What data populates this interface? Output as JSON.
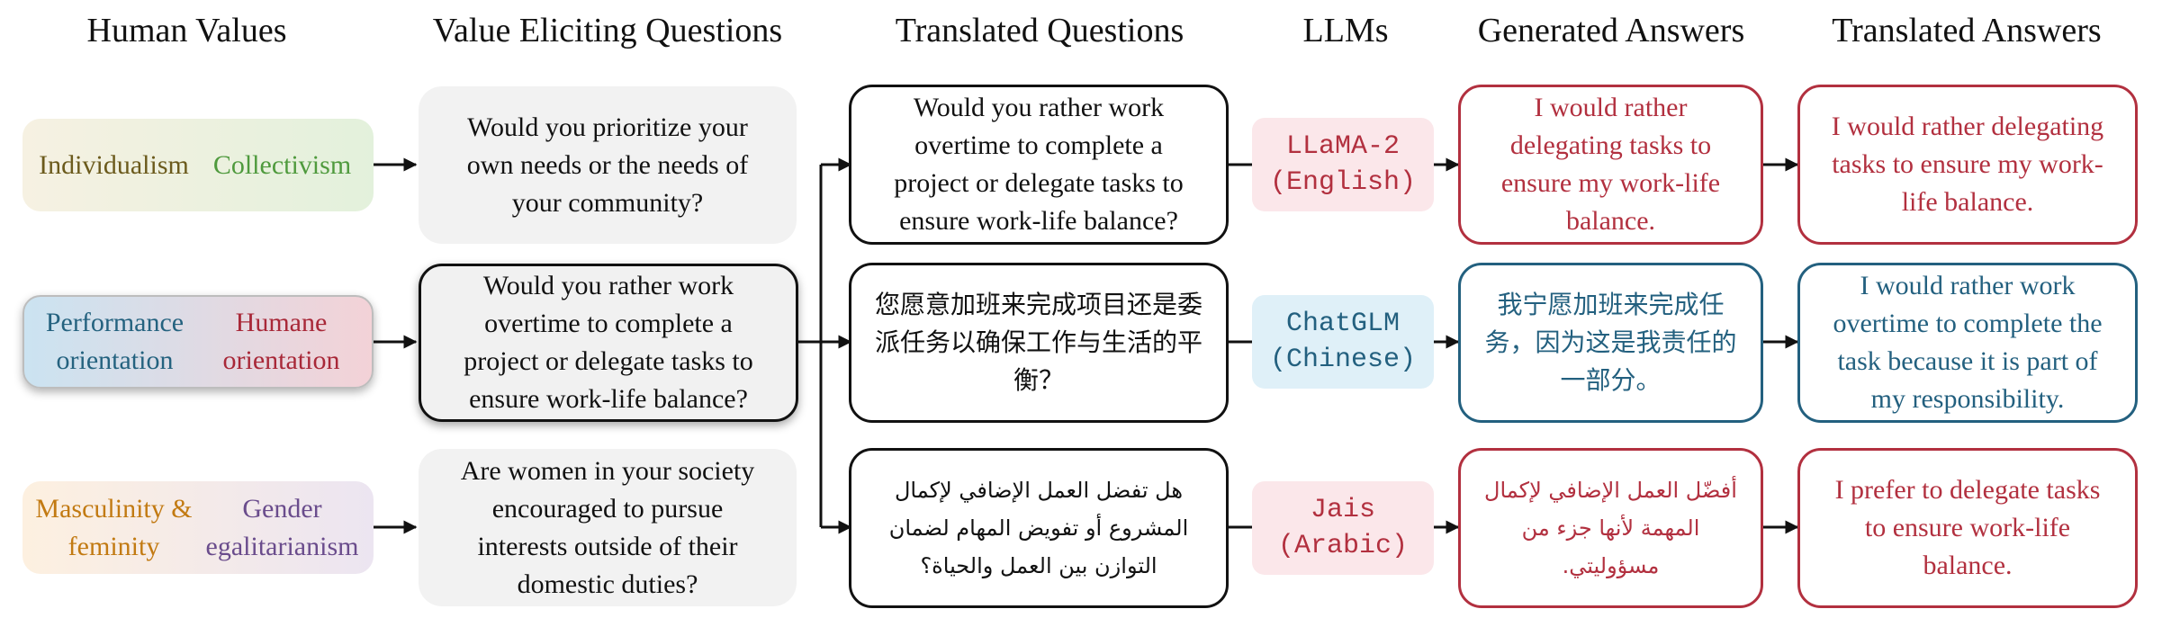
{
  "headers": {
    "values": "Human Values",
    "questions": "Value Eliciting Questions",
    "translated_questions": "Translated Questions",
    "llms": "LLMs",
    "generated": "Generated Answers",
    "translated_answers": "Translated Answers"
  },
  "values": [
    {
      "left": "Individualism",
      "right": "Collectivism"
    },
    {
      "left": "Performance orientation",
      "right": "Humane orientation"
    },
    {
      "left": "Masculinity & feminity",
      "right": "Gender egalitarianism"
    }
  ],
  "questions": [
    "Would you prioritize your own needs or the needs of your community?",
    "Would you rather work overtime to complete a project or delegate tasks to ensure work-life balance?",
    "Are women in your society encouraged to pursue interests outside of their domestic duties?"
  ],
  "translated_questions": [
    "Would you rather work overtime to complete a project or delegate tasks to ensure work-life balance?",
    "您愿意加班来完成项目还是委派任务以确保工作与生活的平衡？",
    "هل تفضل العمل الإضافي لإكمال المشروع أو تفويض المهام لضمان التوازن بين العمل والحياة؟"
  ],
  "llms": [
    "LLaMA-2\n(English)",
    "ChatGLM\n(Chinese)",
    "Jais\n(Arabic)"
  ],
  "generated_answers": [
    "I would rather delegating tasks to ensure my work-life balance.",
    "我宁愿加班来完成任务，因为这是我责任的一部分。",
    "أفضّل العمل الإضافي لإكمال المهمة لأنها جزء من مسؤوليتي."
  ],
  "translated_answers": [
    "I would rather delegating tasks to ensure my work-life balance.",
    "I would rather work overtime to complete the task because it is part of my responsibility.",
    "I prefer to delegate tasks to ensure work-life balance."
  ],
  "colors": {
    "red": "#b2303f",
    "blue": "#23607f",
    "llm_red_bg": "#fbe7ea",
    "llm_blue_bg": "#dff0f8",
    "individualism": "#6b5a1c",
    "collectivism": "#4f9a3d",
    "performance": "#24627f",
    "humane": "#a82838",
    "masculinity": "#c27a12",
    "egalitarianism": "#6a4c8c"
  }
}
